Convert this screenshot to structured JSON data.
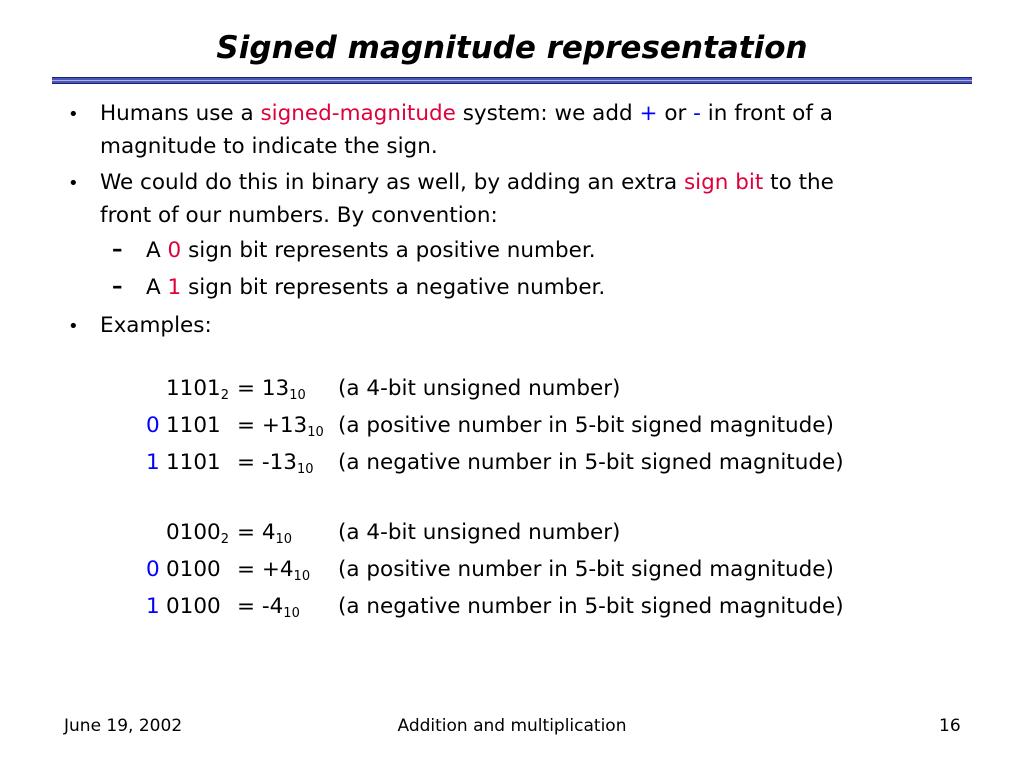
{
  "slide": {
    "title": "Signed magnitude representation"
  },
  "bullets": {
    "b1_pre": "Humans use a ",
    "b1_hl": "signed-magnitude",
    "b1_mid": " system: we add ",
    "b1_plus": "+",
    "b1_or": " or ",
    "b1_minus": "-",
    "b1_post": " in front of a",
    "b1_line2": "magnitude to indicate the sign.",
    "b2_pre": "We could do this in binary as well, by adding an extra ",
    "b2_hl": "sign bit",
    "b2_post": " to the",
    "b2_line2": "front of our numbers. By convention:",
    "s1_pre": "A ",
    "s1_hl": "0",
    "s1_post": " sign bit represents a positive number.",
    "s2_pre": "A ",
    "s2_hl": "1",
    "s2_post": " sign bit represents a negative number.",
    "b3": "Examples:"
  },
  "examples": [
    {
      "sign": "",
      "bits": "1101",
      "bits_sub": "2",
      "eq": "= 13",
      "eq_sub": "10",
      "note": "(a 4-bit unsigned number)"
    },
    {
      "sign": "0",
      "bits": "1101",
      "bits_sub": "",
      "eq": "= +13",
      "eq_sub": "10",
      "note": "(a positive number in 5-bit signed magnitude)"
    },
    {
      "sign": "1",
      "bits": "1101",
      "bits_sub": "",
      "eq": "= -13",
      "eq_sub": "10",
      "note": "(a negative number in 5-bit signed magnitude)"
    },
    {
      "sign": "",
      "bits": "0100",
      "bits_sub": "2",
      "eq": "= 4",
      "eq_sub": "10",
      "note": "(a 4-bit unsigned number)"
    },
    {
      "sign": "0",
      "bits": "0100",
      "bits_sub": "",
      "eq": "= +4",
      "eq_sub": "10",
      "note": "(a positive number in 5-bit signed magnitude)"
    },
    {
      "sign": "1",
      "bits": "0100",
      "bits_sub": "",
      "eq": "= -4",
      "eq_sub": "10",
      "note": "(a negative number in 5-bit signed magnitude)"
    }
  ],
  "footer": {
    "date": "June 19, 2002",
    "topic": "Addition and multiplication",
    "page": "16"
  },
  "colors": {
    "highlight": "#e0003a",
    "sign_bit": "#0000ff",
    "rule": "#4a55b8"
  }
}
